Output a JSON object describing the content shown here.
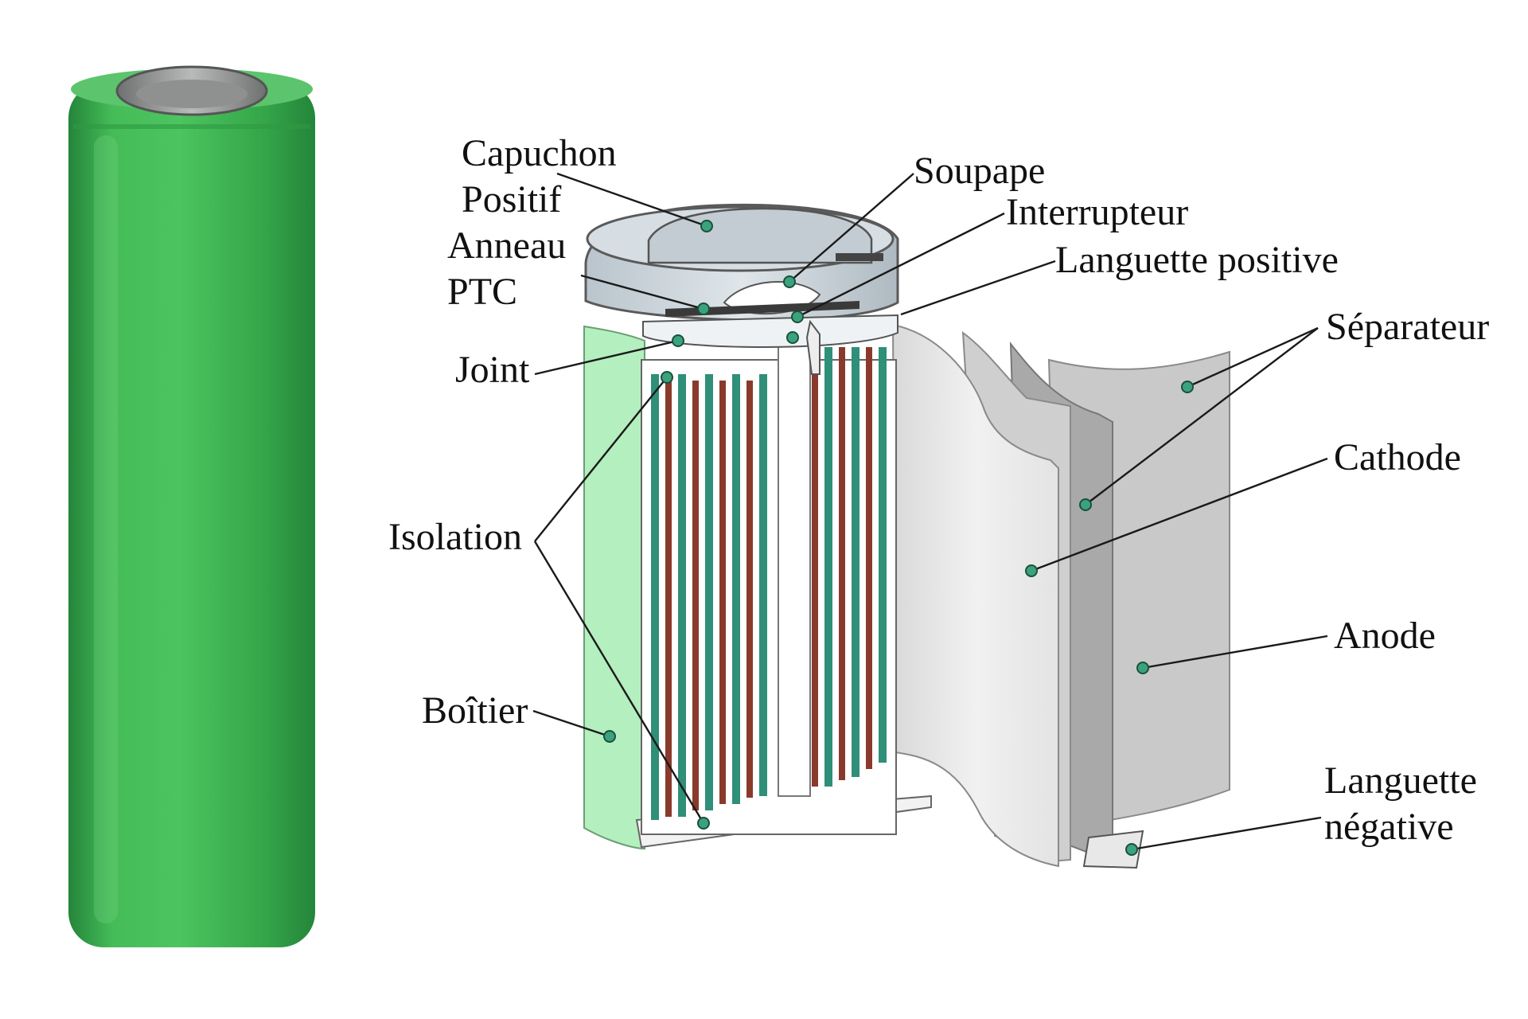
{
  "colors": {
    "cell_wrap": "#3db451",
    "cell_wrap_highlight": "#5fc96f",
    "cell_wrap_shadow": "#24853a",
    "casing_section": "#b4efbf",
    "marker": "#3aa37e",
    "sheet_light": "#ebebeb",
    "sheet_mid": "#c8c8c8",
    "sheet_dark": "#a9a9a9",
    "electrode_red": "#8a3a2c",
    "electrode_teal": "#2f8f78"
  },
  "labels": {
    "capuchon": "Capuchon",
    "positif": "Positif",
    "anneau": "Anneau",
    "ptc": "PTC",
    "joint": "Joint",
    "isolation": "Isolation",
    "boitier": "Boîtier",
    "soupape": "Soupape",
    "interrupteur": "Interrupteur",
    "languette_positive": "Languette positive",
    "separateur": "Séparateur",
    "cathode": "Cathode",
    "anode": "Anode",
    "languette": "Languette",
    "negative": "négative"
  }
}
